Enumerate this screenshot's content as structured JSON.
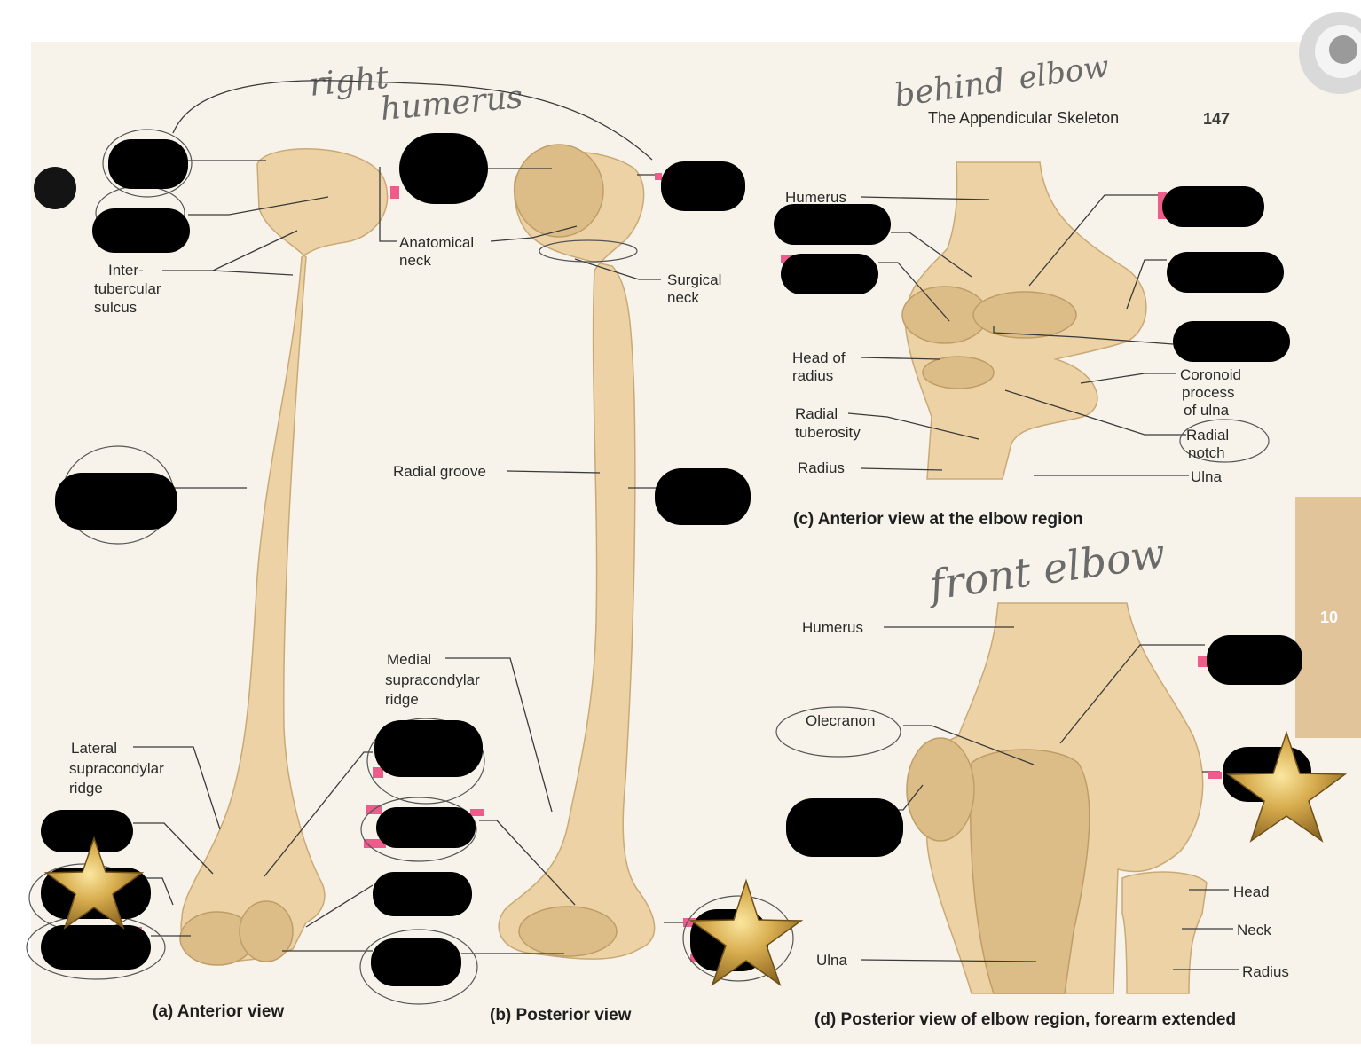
{
  "page": {
    "header_title": "The Appendicular Skeleton",
    "page_number": "147",
    "chapter_tab": "10",
    "colors": {
      "paper": "#f7f3ea",
      "bone": "#ecd2a4",
      "redaction": "#000000",
      "highlight": "#ee5c8c",
      "chapter_tab": "#e2c49a"
    }
  },
  "handwriting": {
    "right_humerus_line1": "right",
    "right_humerus_line2": "humerus",
    "behind_elbow_1": "behind",
    "behind_elbow_2": "elbow",
    "front_elbow": "front elbow"
  },
  "panel_a": {
    "caption": "(a) Anterior view",
    "labels": {
      "intertubercular_1": "Inter-",
      "intertubercular_2": "tubercular",
      "intertubercular_3": "sulcus",
      "lateral_1": "Lateral",
      "lateral_2": "supracondylar",
      "lateral_3": "ridge"
    }
  },
  "panel_b": {
    "caption": "(b) Posterior view",
    "labels": {
      "anatomical_1": "Anatomical",
      "anatomical_2": "neck",
      "surgical_1": "Surgical",
      "surgical_2": "neck",
      "radial_groove": "Radial groove",
      "medial_1": "Medial",
      "medial_2": "supracondylar",
      "medial_3": "ridge"
    }
  },
  "panel_c": {
    "caption": "(c) Anterior view at the elbow region",
    "labels": {
      "humerus": "Humerus",
      "head_radius_1": "Head of",
      "head_radius_2": "radius",
      "radial_tuberosity_1": "Radial",
      "radial_tuberosity_2": "tuberosity",
      "radius": "Radius",
      "coronoid_1": "Coronoid",
      "coronoid_2": "process",
      "coronoid_3": "of ulna",
      "radial_notch_1": "Radial",
      "radial_notch_2": "notch",
      "ulna": "Ulna"
    }
  },
  "panel_d": {
    "caption": "(d) Posterior view of elbow region, forearm extended",
    "labels": {
      "humerus": "Humerus",
      "olecranon": "Olecranon",
      "ulna": "Ulna",
      "head": "Head",
      "neck": "Neck",
      "radius": "Radius"
    }
  },
  "stickers": {
    "count": 3,
    "icon": "gold-star-icon"
  }
}
